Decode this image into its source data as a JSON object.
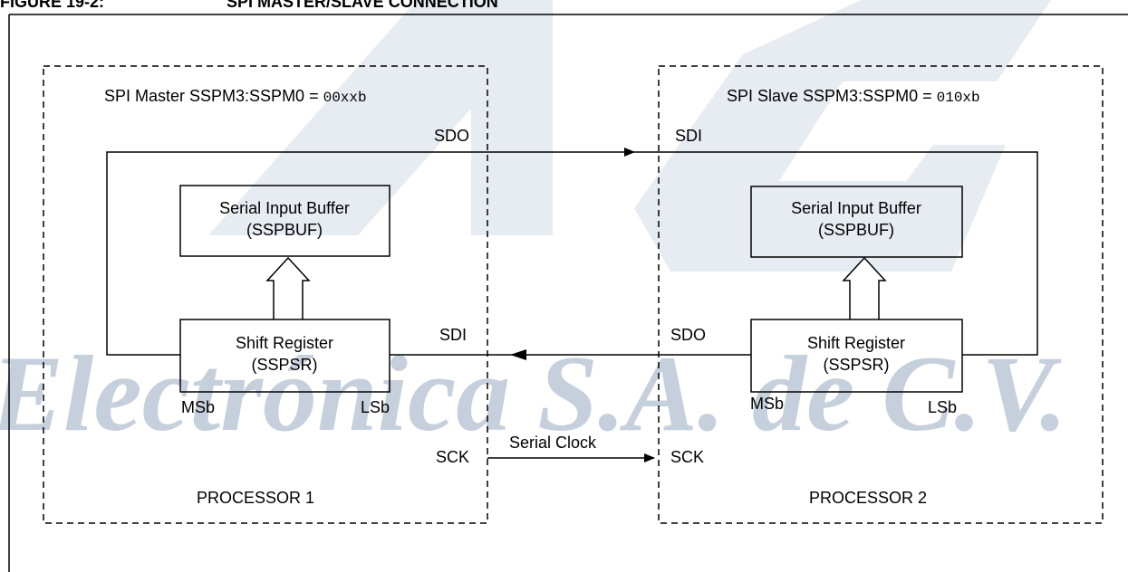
{
  "figure": {
    "title": "FIGURE 19-2:",
    "caption": "SPI MASTER/SLAVE CONNECTION"
  },
  "watermark": {
    "text": "Electrónica S.A. de C.V.",
    "color": "#b9c5d3"
  },
  "master": {
    "mode_label": "SPI Master SSPM3:SSPM0 = ",
    "mode_value": "00xxb",
    "buffer_line1": "Serial Input Buffer",
    "buffer_line2": "(SSPBUF)",
    "shift_line1": "Shift Register",
    "shift_line2": "(SSPSR)",
    "msb": "MSb",
    "lsb": "LSb",
    "pin_sdo": "SDO",
    "pin_sdi": "SDI",
    "pin_sck": "SCK",
    "name": "PROCESSOR 1"
  },
  "slave": {
    "mode_label": "SPI Slave SSPM3:SSPM0 = ",
    "mode_value": "010xb",
    "buffer_line1": "Serial Input Buffer",
    "buffer_line2": "(SSPBUF)",
    "shift_line1": "Shift Register",
    "shift_line2": "(SSPSR)",
    "msb": "MSb",
    "lsb": "LSb",
    "pin_sdi": "SDI",
    "pin_sdo": "SDO",
    "pin_sck": "SCK",
    "name": "PROCESSOR 2"
  },
  "connection": {
    "clock_label": "Serial Clock"
  }
}
